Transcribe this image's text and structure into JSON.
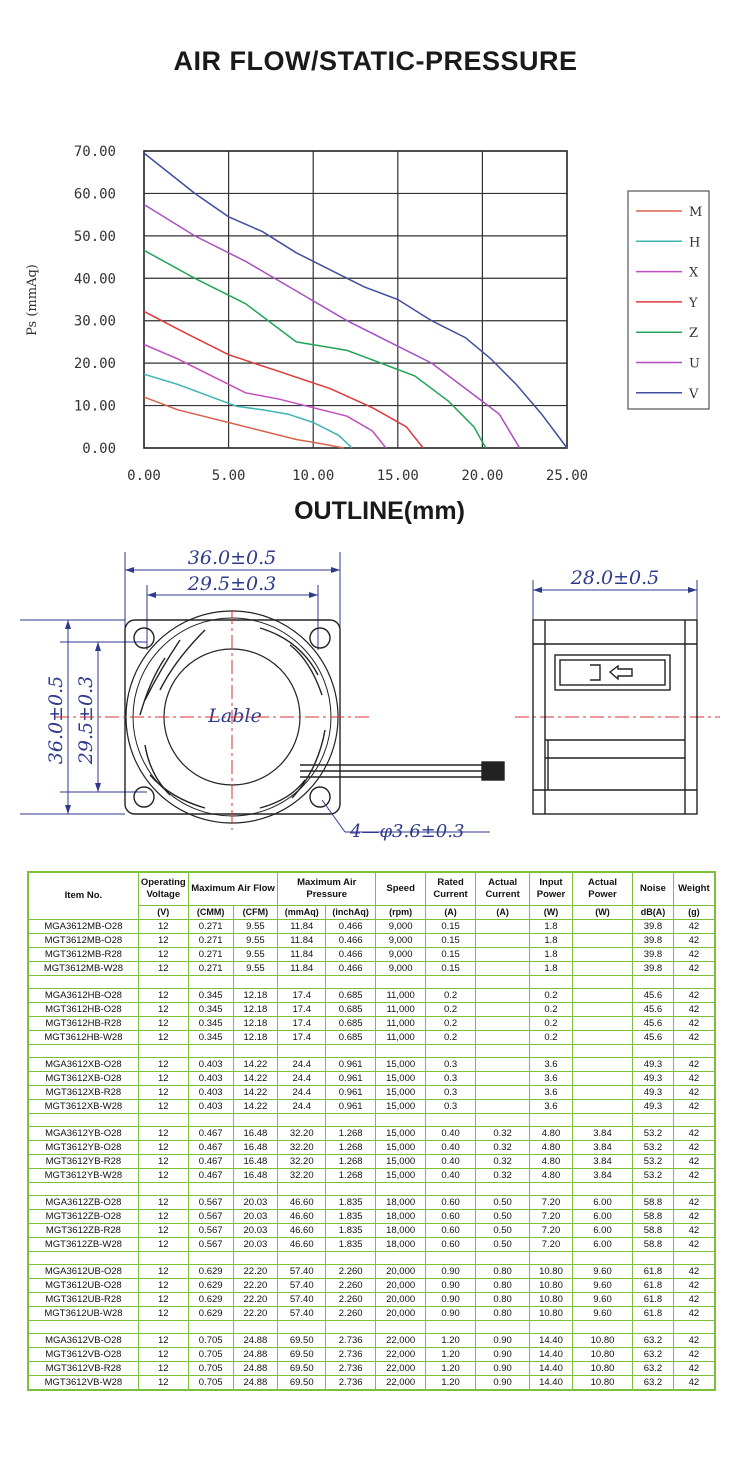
{
  "titles": {
    "airflow": "AIR FLOW/STATIC-PRESSURE",
    "outline": "OUTLINE(mm)"
  },
  "chart_data": {
    "type": "line",
    "title": "",
    "xlabel": "",
    "ylabel": "Ps (mmAq)",
    "xlim": [
      0,
      25
    ],
    "ylim": [
      0,
      70
    ],
    "x_ticks": [
      "0.00",
      "5.00",
      "10.00",
      "15.00",
      "20.00",
      "25.00"
    ],
    "y_ticks": [
      "0.00",
      "10.00",
      "20.00",
      "30.00",
      "40.00",
      "50.00",
      "60.00",
      "70.00"
    ],
    "grid": true,
    "legend_position": "right",
    "series": [
      {
        "name": "M",
        "color": "#d6634a",
        "points": [
          [
            0,
            12
          ],
          [
            2,
            9
          ],
          [
            5,
            6
          ],
          [
            7,
            4
          ],
          [
            9,
            2
          ],
          [
            10.5,
            1
          ],
          [
            11.8,
            0
          ]
        ]
      },
      {
        "name": "H",
        "color": "#3cb4b1",
        "points": [
          [
            0,
            17.4
          ],
          [
            2,
            15
          ],
          [
            4,
            12
          ],
          [
            5.5,
            9.8
          ],
          [
            7,
            9
          ],
          [
            8.5,
            8
          ],
          [
            10,
            6
          ],
          [
            11.5,
            3
          ],
          [
            12.3,
            0
          ]
        ]
      },
      {
        "name": "X",
        "color": "#c04ec0",
        "points": [
          [
            0,
            24.4
          ],
          [
            2,
            21
          ],
          [
            4,
            17
          ],
          [
            6,
            13
          ],
          [
            8,
            11.5
          ],
          [
            10,
            9.5
          ],
          [
            12,
            7.5
          ],
          [
            13.5,
            4
          ],
          [
            14.3,
            0
          ]
        ]
      },
      {
        "name": "Y",
        "color": "#e0383a",
        "points": [
          [
            0,
            32.2
          ],
          [
            2.5,
            27
          ],
          [
            5,
            22
          ],
          [
            8,
            18
          ],
          [
            11,
            14
          ],
          [
            13.5,
            9.5
          ],
          [
            15.5,
            5
          ],
          [
            16.5,
            0
          ]
        ]
      },
      {
        "name": "Z",
        "color": "#21a55a",
        "points": [
          [
            0,
            46.6
          ],
          [
            3,
            40
          ],
          [
            6,
            34
          ],
          [
            9,
            25
          ],
          [
            12,
            23
          ],
          [
            14,
            20
          ],
          [
            16,
            17
          ],
          [
            18,
            11
          ],
          [
            19.5,
            5
          ],
          [
            20.2,
            0
          ]
        ]
      },
      {
        "name": "U",
        "color": "#a94fc1",
        "points": [
          [
            0,
            57.4
          ],
          [
            3,
            50
          ],
          [
            6,
            44
          ],
          [
            9,
            37
          ],
          [
            12,
            30
          ],
          [
            15,
            24
          ],
          [
            17,
            20
          ],
          [
            19,
            14
          ],
          [
            21,
            8
          ],
          [
            22.2,
            0
          ]
        ]
      },
      {
        "name": "V",
        "color": "#3f4ea0",
        "points": [
          [
            0,
            69.5
          ],
          [
            3,
            60
          ],
          [
            5,
            54.5
          ],
          [
            7,
            51
          ],
          [
            9,
            46
          ],
          [
            11,
            42
          ],
          [
            13,
            38
          ],
          [
            15,
            35
          ],
          [
            17,
            30
          ],
          [
            19,
            26
          ],
          [
            20.5,
            21
          ],
          [
            22,
            15
          ],
          [
            23.5,
            8
          ],
          [
            25,
            0
          ]
        ]
      }
    ]
  },
  "outline": {
    "width_outer": "36.0±0.5",
    "width_inner": "29.5±0.3",
    "height_outer": "36.0±0.5",
    "height_inner": "29.5±0.3",
    "label": "Lable",
    "hole": "4—φ3.6±0.3",
    "depth": "28.0±0.5"
  },
  "table": {
    "header": {
      "item": "Item No.",
      "operating": "Operating Voltage",
      "airflow": "Maximum Air Flow",
      "pressure": "Maximum Air Pressure",
      "speed": "Speed",
      "rated": "Rated Current",
      "actual_current": "Actual Current",
      "input_power": "Input Power",
      "actual_power": "Actual Power",
      "noise": "Noise",
      "weight": "Weight"
    },
    "units": [
      "(V)",
      "(CMM)",
      "(CFM)",
      "(mmAq)",
      "(inchAq)",
      "(rpm)",
      "(A)",
      "(A)",
      "(W)",
      "(W)",
      "dB(A)",
      "(g)"
    ],
    "rows": [
      [
        "MGA3612MB-O28",
        "12",
        "0.271",
        "9.55",
        "11.84",
        "0.466",
        "9,000",
        "0.15",
        "",
        "1.8",
        "",
        "39.8",
        "42"
      ],
      [
        "MGT3612MB-O28",
        "12",
        "0.271",
        "9.55",
        "11.84",
        "0.466",
        "9,000",
        "0.15",
        "",
        "1.8",
        "",
        "39.8",
        "42"
      ],
      [
        "MGT3612MB-R28",
        "12",
        "0.271",
        "9.55",
        "11.84",
        "0.466",
        "9,000",
        "0.15",
        "",
        "1.8",
        "",
        "39.8",
        "42"
      ],
      [
        "MGT3612MB-W28",
        "12",
        "0.271",
        "9.55",
        "11.84",
        "0.466",
        "9,000",
        "0.15",
        "",
        "1.8",
        "",
        "39.8",
        "42"
      ],
      null,
      [
        "MGA3612HB-O28",
        "12",
        "0.345",
        "12.18",
        "17.4",
        "0.685",
        "11,000",
        "0.2",
        "",
        "0.2",
        "",
        "45.6",
        "42"
      ],
      [
        "MGT3612HB-O28",
        "12",
        "0.345",
        "12.18",
        "17.4",
        "0.685",
        "11,000",
        "0.2",
        "",
        "0.2",
        "",
        "45.6",
        "42"
      ],
      [
        "MGT3612HB-R28",
        "12",
        "0.345",
        "12.18",
        "17.4",
        "0.685",
        "11,000",
        "0.2",
        "",
        "0.2",
        "",
        "45.6",
        "42"
      ],
      [
        "MGT3612HB-W28",
        "12",
        "0.345",
        "12.18",
        "17.4",
        "0.685",
        "11,000",
        "0.2",
        "",
        "0.2",
        "",
        "45.6",
        "42"
      ],
      null,
      [
        "MGA3612XB-O28",
        "12",
        "0.403",
        "14.22",
        "24.4",
        "0.961",
        "15,000",
        "0.3",
        "",
        "3.6",
        "",
        "49.3",
        "42"
      ],
      [
        "MGT3612XB-O28",
        "12",
        "0.403",
        "14.22",
        "24.4",
        "0.961",
        "15,000",
        "0.3",
        "",
        "3.6",
        "",
        "49.3",
        "42"
      ],
      [
        "MGT3612XB-R28",
        "12",
        "0.403",
        "14.22",
        "24.4",
        "0.961",
        "15,000",
        "0.3",
        "",
        "3.6",
        "",
        "49.3",
        "42"
      ],
      [
        "MGT3612XB-W28",
        "12",
        "0.403",
        "14.22",
        "24.4",
        "0.961",
        "15,000",
        "0.3",
        "",
        "3.6",
        "",
        "49.3",
        "42"
      ],
      null,
      [
        "MGA3612YB-O28",
        "12",
        "0.467",
        "16.48",
        "32.20",
        "1.268",
        "15,000",
        "0.40",
        "0.32",
        "4.80",
        "3.84",
        "53.2",
        "42"
      ],
      [
        "MGT3612YB-O28",
        "12",
        "0.467",
        "16.48",
        "32.20",
        "1.268",
        "15,000",
        "0.40",
        "0.32",
        "4.80",
        "3.84",
        "53.2",
        "42"
      ],
      [
        "MGT3612YB-R28",
        "12",
        "0.467",
        "16.48",
        "32.20",
        "1.268",
        "15,000",
        "0.40",
        "0.32",
        "4.80",
        "3.84",
        "53.2",
        "42"
      ],
      [
        "MGT3612YB-W28",
        "12",
        "0.467",
        "16.48",
        "32.20",
        "1.268",
        "15,000",
        "0.40",
        "0.32",
        "4.80",
        "3.84",
        "53.2",
        "42"
      ],
      null,
      [
        "MGA3612ZB-O28",
        "12",
        "0.567",
        "20.03",
        "46.60",
        "1.835",
        "18,000",
        "0.60",
        "0.50",
        "7.20",
        "6.00",
        "58.8",
        "42"
      ],
      [
        "MGT3612ZB-O28",
        "12",
        "0.567",
        "20.03",
        "46.60",
        "1.835",
        "18,000",
        "0.60",
        "0.50",
        "7.20",
        "6.00",
        "58.8",
        "42"
      ],
      [
        "MGT3612ZB-R28",
        "12",
        "0.567",
        "20.03",
        "46.60",
        "1.835",
        "18,000",
        "0.60",
        "0.50",
        "7.20",
        "6.00",
        "58.8",
        "42"
      ],
      [
        "MGT3612ZB-W28",
        "12",
        "0.567",
        "20.03",
        "46.60",
        "1.835",
        "18,000",
        "0.60",
        "0.50",
        "7.20",
        "6.00",
        "58.8",
        "42"
      ],
      null,
      [
        "MGA3612UB-O28",
        "12",
        "0.629",
        "22.20",
        "57.40",
        "2.260",
        "20,000",
        "0.90",
        "0.80",
        "10.80",
        "9.60",
        "61.8",
        "42"
      ],
      [
        "MGT3612UB-O28",
        "12",
        "0.629",
        "22.20",
        "57.40",
        "2.260",
        "20,000",
        "0.90",
        "0.80",
        "10.80",
        "9.60",
        "61.8",
        "42"
      ],
      [
        "MGT3612UB-R28",
        "12",
        "0.629",
        "22.20",
        "57.40",
        "2.260",
        "20,000",
        "0.90",
        "0.80",
        "10.80",
        "9.60",
        "61.8",
        "42"
      ],
      [
        "MGT3612UB-W28",
        "12",
        "0.629",
        "22.20",
        "57.40",
        "2.260",
        "20,000",
        "0.90",
        "0.80",
        "10.80",
        "9.60",
        "61.8",
        "42"
      ],
      null,
      [
        "MGA3612VB-O28",
        "12",
        "0.705",
        "24.88",
        "69.50",
        "2.736",
        "22,000",
        "1.20",
        "0.90",
        "14.40",
        "10.80",
        "63.2",
        "42"
      ],
      [
        "MGT3612VB-O28",
        "12",
        "0.705",
        "24.88",
        "69.50",
        "2.736",
        "22,000",
        "1.20",
        "0.90",
        "14.40",
        "10.80",
        "63.2",
        "42"
      ],
      [
        "MGT3612VB-R28",
        "12",
        "0.705",
        "24.88",
        "69.50",
        "2.736",
        "22,000",
        "1.20",
        "0.90",
        "14.40",
        "10.80",
        "63.2",
        "42"
      ],
      [
        "MGT3612VB-W28",
        "12",
        "0.705",
        "24.88",
        "69.50",
        "2.736",
        "22,000",
        "1.20",
        "0.90",
        "14.40",
        "10.80",
        "63.2",
        "42"
      ]
    ]
  }
}
